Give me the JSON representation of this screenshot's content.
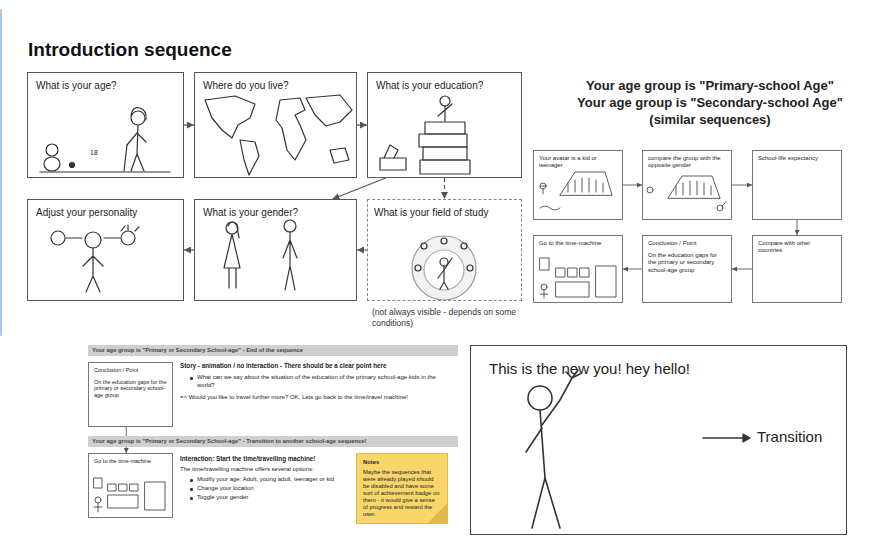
{
  "diagram": {
    "title": "Introduction sequence",
    "nodes": [
      {
        "text": [
          "What is your age?"
        ]
      },
      {
        "text": [
          "Where do you live?"
        ]
      },
      {
        "text": [
          "What is your education?"
        ]
      },
      {
        "text": [
          "Adjust your personality"
        ]
      },
      {
        "text": [
          "What is your gender?"
        ]
      },
      {
        "text": [
          "What is your field of study"
        ]
      },
      {
        "text": [
          "Your avatar is a kid or teenager"
        ]
      },
      {
        "text": [
          "compare the group with the opposite gender"
        ]
      },
      {
        "text": [
          "School-life expectancy"
        ]
      },
      {
        "text": [
          "Go to the time-machine"
        ]
      },
      {
        "text": [
          "Conclusion / Point",
          "On the education gaps for the primary or secondary school-age group"
        ]
      },
      {
        "text": [
          "Compare with other countries"
        ]
      },
      {
        "text": [
          "Your age group is \"Primary or Secondary School-age\" - End of the sequence"
        ]
      },
      {
        "text": [
          "Conclusion / Point",
          "On the education gaps for the primary or secondary school-age group"
        ]
      },
      {
        "text": [
          "Your age group is \"Primary or Secondary School-age\" - Transition to another school-age sequence!"
        ]
      },
      {
        "text": [
          "Go to the time-machine"
        ]
      },
      {
        "text": [
          "Notes",
          "Maybe the sequences that were already played should be disabled and have some sort of achievement badge on them - it would give a sense of progress and reward the user."
        ]
      },
      {
        "text": [
          "This is the new you! hey hello!"
        ]
      }
    ],
    "edges": [
      {
        "from": 0,
        "to": 1,
        "arrow": "to"
      },
      {
        "from": 1,
        "to": 2,
        "arrow": "to"
      },
      {
        "from": 2,
        "to": 4,
        "arrow": "to"
      },
      {
        "from": 2,
        "to": 5,
        "arrow": "to"
      },
      {
        "from": 5,
        "to": 4,
        "arrow": "to"
      },
      {
        "from": 4,
        "to": 3,
        "arrow": "to"
      },
      {
        "from": 6,
        "to": 7,
        "arrow": "to"
      },
      {
        "from": 7,
        "to": 8,
        "arrow": "to"
      },
      {
        "from": 8,
        "to": 11,
        "arrow": "to"
      },
      {
        "from": 11,
        "to": 10,
        "arrow": "to"
      },
      {
        "from": 10,
        "to": 9,
        "arrow": "to"
      },
      {
        "from": 13,
        "to": 15,
        "arrow": "to"
      }
    ],
    "labels": [
      "Your age group is \"Primary-school Age\"",
      "Your age group is \"Secondary-school Age\"",
      "(similar sequences)",
      "18",
      "(not always visible - depends on some conditions)",
      "Story - animation / no interaction - There should be a clear point here",
      "What can we say about the situation of the education of the primary school-age kids in the world?",
      "=> Would you like to travel further more? OK, Lets go back to the time/travel machine!",
      "Interaction: Start the time/travelling machine!",
      "The time/travelling machine offers several options:",
      "Modify your age: Adult, young adult, teenager or kid",
      "Change your location",
      "Toggle your gender",
      "Transition"
    ]
  }
}
